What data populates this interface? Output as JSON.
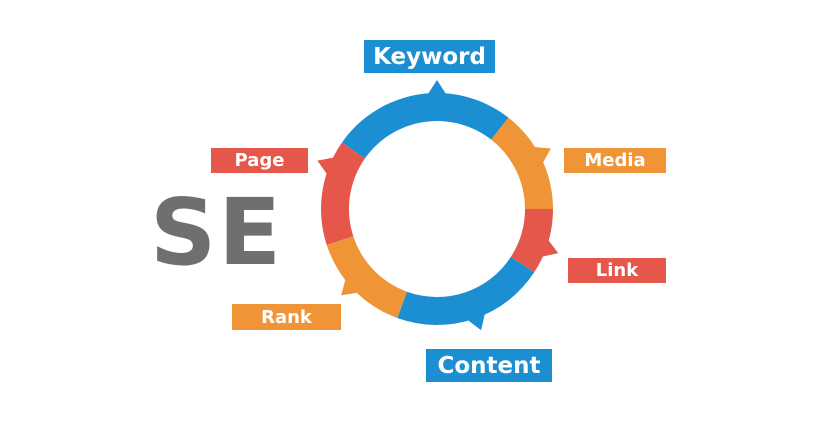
{
  "colors": {
    "blue": "#1b8fd2",
    "orange": "#ef9538",
    "red": "#e4574a",
    "gray": "#6f6f6f"
  },
  "diagram": {
    "main_text": "SE",
    "labels": {
      "keyword": "Keyword",
      "media": "Media",
      "link": "Link",
      "content": "Content",
      "rank": "Rank",
      "page": "Page"
    }
  }
}
